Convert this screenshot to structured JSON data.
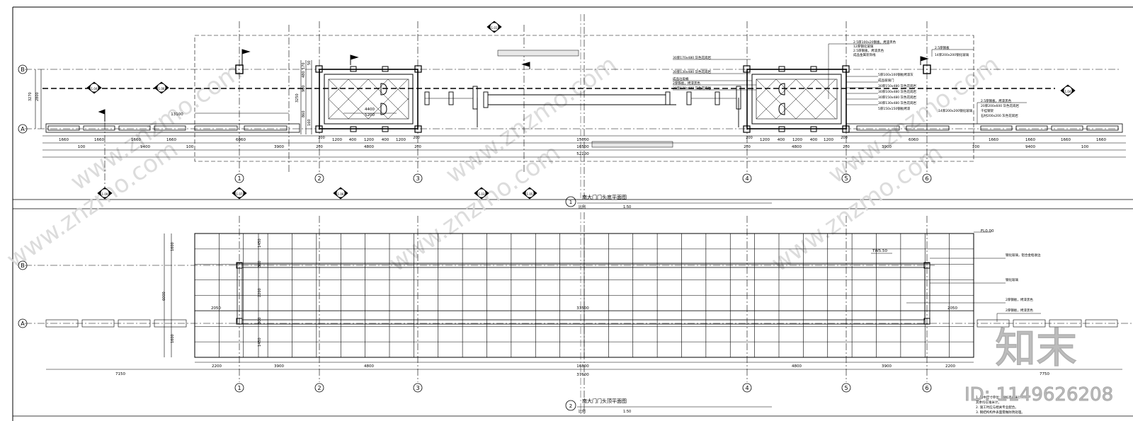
{
  "title1": "南大门门头底平面图",
  "scale_label1": "比例",
  "scale1": "1:50",
  "drawing_no1": "1",
  "title2": "南大门门头顶平面图",
  "scale_label2": "比例",
  "scale2": "1:50",
  "drawing_no2": "2",
  "watermark_logo": "知末",
  "watermark_id": "ID: 1149626208",
  "watermark_site": "www.znzmo.com",
  "axes_vertical": [
    "1",
    "2",
    "3",
    "4",
    "5",
    "6"
  ],
  "axes_horizontal": [
    "B",
    "A"
  ],
  "plan1_dims": {
    "seg_1660": "1660",
    "total_9400": "9400",
    "d_100": "100",
    "d_13100": "13100",
    "d_6060": "6060",
    "d_3900": "3900",
    "d_200": "200",
    "d_1200": "1200",
    "d_400": "400",
    "d_4800": "4800",
    "d_4400": "4400",
    "d_5200": "5200",
    "d_15600": "15600",
    "d_16500": "16500",
    "d_52200": "52200",
    "v_3270": "3270",
    "v_2800": "2800",
    "v_3250": "3250",
    "v_900": "900",
    "v_170": "170",
    "v_480": "480",
    "v_50": "50",
    "v_860": "860",
    "v_160": "160"
  },
  "section_marks": [
    {
      "num": "1",
      "sheet": "L-01",
      "label": "1.01"
    },
    {
      "num": "2",
      "sheet": "L-01",
      "label": "1.04"
    },
    {
      "num": "3",
      "sheet": "L-01",
      "label": "1.06"
    },
    {
      "num": "4",
      "sheet": "L-01",
      "label": "1.04"
    },
    {
      "num": "5",
      "sheet": "L-01",
      "label": "1.09"
    },
    {
      "num": "6",
      "sheet": "L-01",
      "label": "1.07"
    },
    {
      "num": "7",
      "sheet": "L-01",
      "label": "1.06"
    },
    {
      "num": "8",
      "sheet": "L-01",
      "label": "1.03"
    },
    {
      "num": "9",
      "sheet": "L-01",
      "label": "1.05"
    }
  ],
  "callouts_left": [
    "30厚170x480 灰色花岗岩",
    "30厚130x480 灰色花岗岩",
    "成品垃圾桶",
    "2厚铁板，烤漆黑色",
    "30厚170x480 灰色花岗岩"
  ],
  "callouts_right_top": [
    "2.5厚100x20钢板，烤漆黑色",
    "12厚钢化玻璃",
    "2.5厚钢板，烤漆黑色",
    "成品金属装饰线"
  ],
  "callouts_right_top2": [
    "2.5厚钢板",
    "14厚200x200钢化玻璃"
  ],
  "callouts_right_mid": [
    "5厚100x100钢板烤漆灰",
    "成品玻璃门",
    "30厚150x480 灰色花岗岩",
    "30厚100x480 灰色花岗岩",
    "30厚150x480 灰色花岗岩",
    "30厚130x480 灰色花岗岩",
    "5厚150x150钢板烤漆"
  ],
  "callouts_right_low": [
    "2.5厚钢板，烤漆黑色",
    "20厚200x600 灰色花岗岩",
    "干挂钢架",
    "石材200x200 灰色花岗岩",
    "14厚200x200钢化玻璃"
  ],
  "plan2": {
    "level_top": "FL0.00",
    "level_mid": "TW5.50",
    "d_2050": "2050",
    "d_33500": "33500",
    "d_2200": "2200",
    "d_3900": "3900",
    "d_4800": "4800",
    "d_16800": "16800",
    "d_7150": "7150",
    "d_37600": "37600",
    "d_7750": "7750",
    "v_1600": "1600",
    "v_6000": "6000",
    "v_1450": "1450",
    "v_2500": "2500",
    "v_2200": "2200",
    "v_300": "300",
    "notes_right": [
      "钢化玻璃，铝合金框收边",
      "钢化玻璃",
      "2厚钢板，烤漆黑色",
      "2厚钢板，烤漆黑色"
    ],
    "notes_bottom": [
      "1. 图中尺寸单位：除标高以米计外，",
      "其余均以毫米计。",
      "2. 施工时应与相关专业配合。",
      "3. 钢结构构件表面需做防锈处理。"
    ]
  }
}
